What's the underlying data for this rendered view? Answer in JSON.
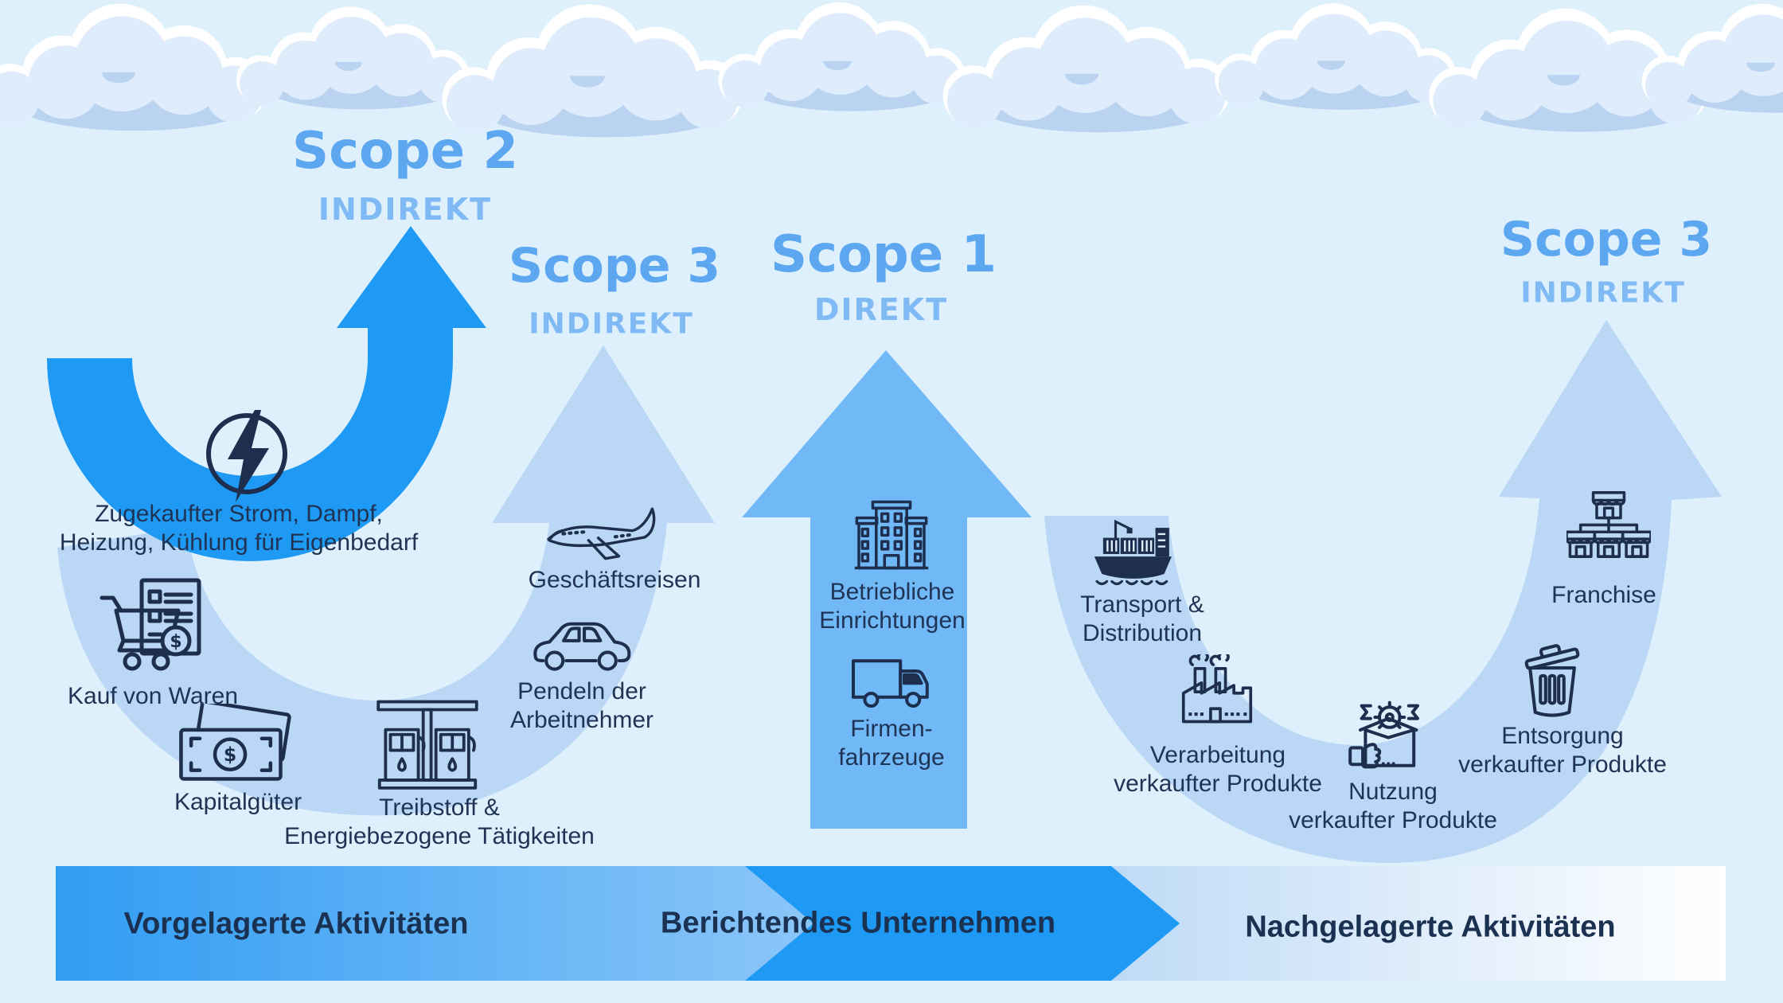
{
  "scopes": {
    "scope2": {
      "title": "Scope 2",
      "subtitle": "INDIREKT"
    },
    "scope3_upstream": {
      "title": "Scope 3",
      "subtitle": "INDIREKT"
    },
    "scope1": {
      "title": "Scope 1",
      "subtitle": "DIREKT"
    },
    "scope3_downstream": {
      "title": "Scope 3",
      "subtitle": "INDIREKT"
    }
  },
  "activities": {
    "purchased_energy": {
      "icon": "lightning-circle-icon",
      "lines": [
        "Zugekaufter Strom, Dampf,",
        "Heizung, Kühlung für Eigenbedarf"
      ]
    },
    "purchased_goods": {
      "icon": "shopping-cart-icon",
      "lines": [
        "Kauf von Waren"
      ]
    },
    "capital_goods": {
      "icon": "banknotes-icon",
      "lines": [
        "Kapitalgüter"
      ]
    },
    "fuel_energy": {
      "icon": "fuel-station-icon",
      "lines": [
        "Treibstoff &",
        "Energiebezogene Tätigkeiten"
      ]
    },
    "business_travel": {
      "icon": "airplane-icon",
      "lines": [
        "Geschäftsreisen"
      ]
    },
    "commuting": {
      "icon": "car-icon",
      "lines": [
        "Pendeln der",
        "Arbeitnehmer"
      ]
    },
    "facilities": {
      "icon": "office-building-icon",
      "lines": [
        "Betriebliche",
        "Einrichtungen"
      ]
    },
    "company_vehicles": {
      "icon": "delivery-truck-icon",
      "lines": [
        "Firmen-",
        "fahrzeuge"
      ]
    },
    "transport_distribution": {
      "icon": "cargo-ship-icon",
      "lines": [
        "Transport &",
        "Distribution"
      ]
    },
    "processing": {
      "icon": "factory-icon",
      "lines": [
        "Verarbeitung",
        "verkaufter Produkte"
      ]
    },
    "product_use": {
      "icon": "open-box-gear-icon",
      "lines": [
        "Nutzung",
        "verkaufter Produkte"
      ]
    },
    "end_of_life": {
      "icon": "trash-can-icon",
      "lines": [
        "Entsorgung",
        "verkaufter Produkte"
      ]
    },
    "franchises": {
      "icon": "franchise-stores-icon",
      "lines": [
        "Franchise"
      ]
    }
  },
  "banner": {
    "upstream": "Vorgelagerte Aktivitäten",
    "company": "Berichtendes Unternehmen",
    "downstream": "Nachgelagerte Aktivitäten"
  },
  "symbols": {
    "dollar": "$"
  },
  "colors": {
    "background": "#def0fb",
    "scope2_arrow": "#1e9af5",
    "scope1_arrow": "#70b8f6",
    "scope3_band": "#bad7f5",
    "title_blue": "#5da7f1",
    "subtitle_blue": "#7fbaf4",
    "icon_navy": "#1d2e4e",
    "label_navy": "#1f3355",
    "banner_company": "#1e9af5",
    "cloud_shadow": "#b9d3f0"
  }
}
